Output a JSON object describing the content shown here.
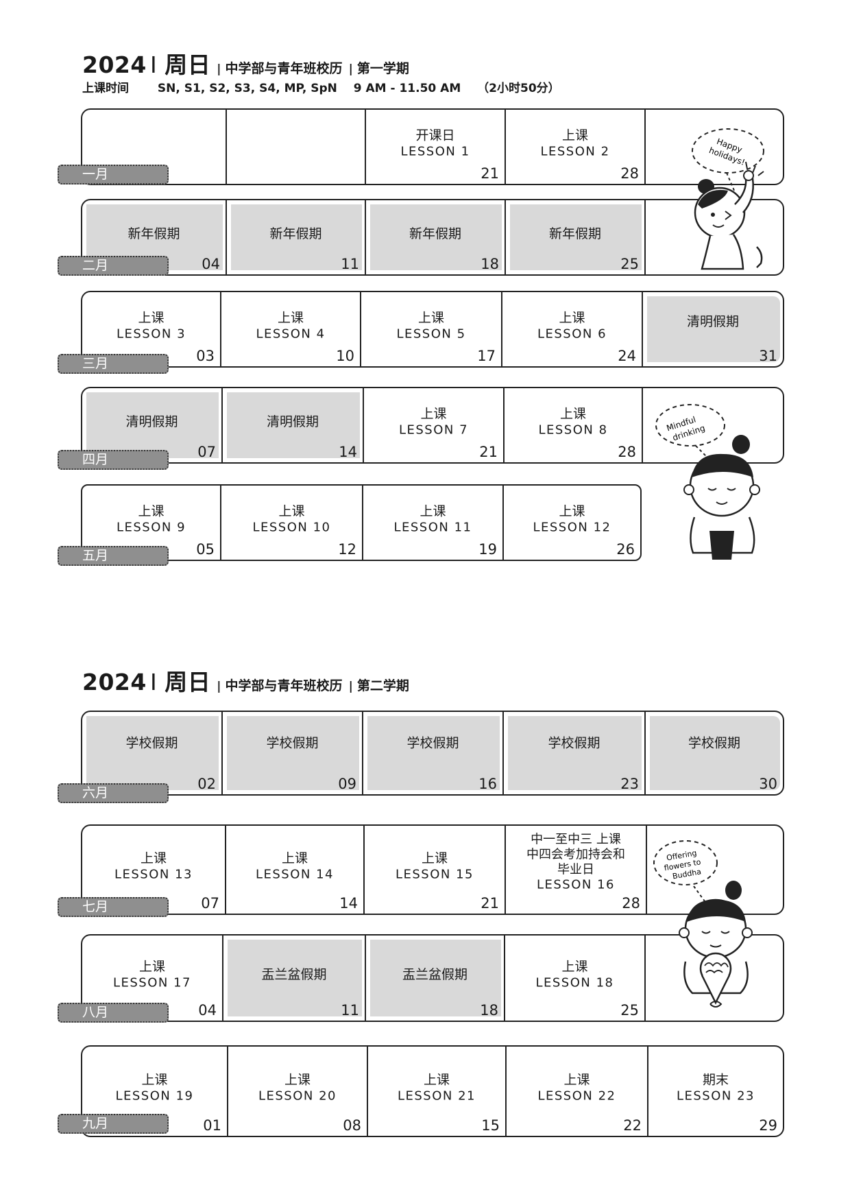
{
  "term1": {
    "year": "2024",
    "weekday": "周日",
    "title": "中学部与青年班校历",
    "term": "第一学期",
    "class_time_label": "上课时间",
    "classes": "SN, S1, S2, S3, S4, MP, SpN",
    "time": "9 AM - 11.50 AM",
    "duration": "（2小时50分）",
    "months": [
      {
        "month": "一月",
        "cells": [
          {
            "line1": "",
            "line2": "",
            "date": ""
          },
          {
            "line1": "",
            "line2": "",
            "date": ""
          },
          {
            "line1": "开课日",
            "line2": "LESSON 1",
            "date": "21"
          },
          {
            "line1": "上课",
            "line2": "LESSON 2",
            "date": "28"
          },
          {
            "line1": "",
            "line2": "",
            "date": ""
          }
        ]
      },
      {
        "month": "二月",
        "cells": [
          {
            "holiday": "新年假期",
            "date": "04"
          },
          {
            "holiday": "新年假期",
            "date": "11"
          },
          {
            "holiday": "新年假期",
            "date": "18"
          },
          {
            "holiday": "新年假期",
            "date": "25"
          },
          {
            "line1": "",
            "line2": "",
            "date": ""
          }
        ]
      },
      {
        "month": "三月",
        "cells": [
          {
            "line1": "上课",
            "line2": "LESSON 3",
            "date": "03"
          },
          {
            "line1": "上课",
            "line2": "LESSON 4",
            "date": "10"
          },
          {
            "line1": "上课",
            "line2": "LESSON 5",
            "date": "17"
          },
          {
            "line1": "上课",
            "line2": "LESSON 6",
            "date": "24"
          },
          {
            "holiday": "清明假期",
            "date": "31"
          }
        ]
      },
      {
        "month": "四月",
        "cells": [
          {
            "holiday": "清明假期",
            "date": "07"
          },
          {
            "holiday": "清明假期",
            "date": "14"
          },
          {
            "line1": "上课",
            "line2": "LESSON 7",
            "date": "21"
          },
          {
            "line1": "上课",
            "line2": "LESSON 8",
            "date": "28"
          }
        ]
      },
      {
        "month": "五月",
        "cells": [
          {
            "line1": "上课",
            "line2": "LESSON 9",
            "date": "05"
          },
          {
            "line1": "上课",
            "line2": "LESSON 10",
            "date": "12"
          },
          {
            "line1": "上课",
            "line2": "LESSON 11",
            "date": "19"
          },
          {
            "line1": "上课",
            "line2": "LESSON 12",
            "date": "26"
          }
        ]
      }
    ]
  },
  "term2": {
    "year": "2024",
    "weekday": "周日",
    "title": "中学部与青年班校历",
    "term": "第二学期",
    "months": [
      {
        "month": "六月",
        "cells": [
          {
            "holiday": "学校假期",
            "date": "02"
          },
          {
            "holiday": "学校假期",
            "date": "09"
          },
          {
            "holiday": "学校假期",
            "date": "16"
          },
          {
            "holiday": "学校假期",
            "date": "23"
          },
          {
            "holiday": "学校假期",
            "date": "30"
          }
        ]
      },
      {
        "month": "七月",
        "cells": [
          {
            "line1": "上课",
            "line2": "LESSON 13",
            "date": "07"
          },
          {
            "line1": "上课",
            "line2": "LESSON 14",
            "date": "14"
          },
          {
            "line1": "上课",
            "line2": "LESSON 15",
            "date": "21"
          },
          {
            "line1": "中一至中三 上课",
            "line1b": "中四会考加持会和",
            "line1c": "毕业日",
            "line2": "LESSON 16",
            "date": "28"
          },
          {
            "line1": "",
            "line2": "",
            "date": ""
          }
        ]
      },
      {
        "month": "八月",
        "cells": [
          {
            "line1": "上课",
            "line2": "LESSON 17",
            "date": "04"
          },
          {
            "holiday": "盂兰盆假期",
            "date": "11"
          },
          {
            "holiday": "盂兰盆假期",
            "date": "18"
          },
          {
            "line1": "上课",
            "line2": "LESSON 18",
            "date": "25"
          },
          {
            "line1": "",
            "line2": "",
            "date": ""
          }
        ]
      },
      {
        "month": "九月",
        "cells": [
          {
            "line1": "上课",
            "line2": "LESSON 19",
            "date": "01"
          },
          {
            "line1": "上课",
            "line2": "LESSON 20",
            "date": "08"
          },
          {
            "line1": "上课",
            "line2": "LESSON 21",
            "date": "15"
          },
          {
            "line1": "上课",
            "line2": "LESSON 22",
            "date": "22"
          },
          {
            "line1": "期末",
            "line2": "LESSON 23",
            "date": "29"
          }
        ]
      }
    ]
  },
  "bubbles": {
    "b1a": "Happy",
    "b1b": "holidays!",
    "b2a": "Mindful",
    "b2b": "drinking",
    "b3a": "Offering",
    "b3b": "flowers to",
    "b3c": "Buddha"
  }
}
